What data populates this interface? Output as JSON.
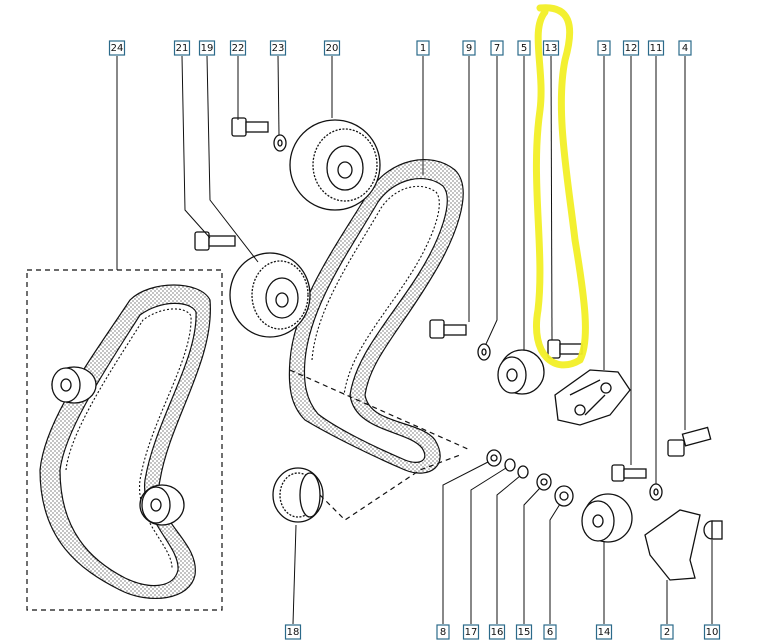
{
  "callouts": [
    {
      "id": "24",
      "label": "24"
    },
    {
      "id": "21",
      "label": "21"
    },
    {
      "id": "19",
      "label": "19"
    },
    {
      "id": "22",
      "label": "22"
    },
    {
      "id": "23",
      "label": "23"
    },
    {
      "id": "20",
      "label": "20"
    },
    {
      "id": "1",
      "label": "1"
    },
    {
      "id": "9",
      "label": "9"
    },
    {
      "id": "7",
      "label": "7"
    },
    {
      "id": "5",
      "label": "5"
    },
    {
      "id": "13",
      "label": "13"
    },
    {
      "id": "3",
      "label": "3"
    },
    {
      "id": "12",
      "label": "12"
    },
    {
      "id": "11",
      "label": "11"
    },
    {
      "id": "4",
      "label": "4"
    },
    {
      "id": "18",
      "label": "18"
    },
    {
      "id": "8",
      "label": "8"
    },
    {
      "id": "17",
      "label": "17"
    },
    {
      "id": "16",
      "label": "16"
    },
    {
      "id": "15",
      "label": "15"
    },
    {
      "id": "6",
      "label": "6"
    },
    {
      "id": "14",
      "label": "14"
    },
    {
      "id": "2",
      "label": "2"
    },
    {
      "id": "10",
      "label": "10"
    }
  ],
  "colors": {
    "callout_border": "#2b6a8a",
    "highlight": "#f2ef26",
    "line": "#111111"
  }
}
